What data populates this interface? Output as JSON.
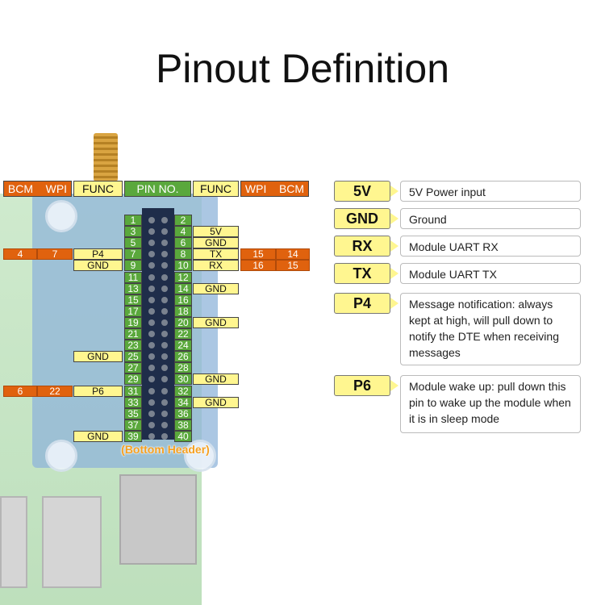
{
  "title": "Pinout Definition",
  "headers": {
    "left_bcm": "BCM",
    "left_wpi": "WPI",
    "left_func": "FUNC",
    "pin_no": "PIN NO.",
    "right_func": "FUNC",
    "right_wpi": "WPI",
    "right_bcm": "BCM"
  },
  "odd_pins": [
    "1",
    "3",
    "5",
    "7",
    "9",
    "11",
    "13",
    "15",
    "17",
    "19",
    "21",
    "23",
    "25",
    "27",
    "29",
    "31",
    "33",
    "35",
    "37",
    "39"
  ],
  "even_pins": [
    "2",
    "4",
    "6",
    "8",
    "10",
    "12",
    "14",
    "16",
    "18",
    "20",
    "22",
    "24",
    "26",
    "28",
    "30",
    "32",
    "34",
    "36",
    "38",
    "40"
  ],
  "left_func": {
    "7": "P4",
    "9": "GND",
    "25": "GND",
    "31": "P6",
    "39": "GND"
  },
  "right_func": {
    "4": "5V",
    "6": "GND",
    "8": "TX",
    "10": "RX",
    "14": "GND",
    "20": "GND",
    "30": "GND",
    "34": "GND"
  },
  "left_bcm": {
    "7": "4",
    "31": "6"
  },
  "left_wpi": {
    "7": "7",
    "31": "22"
  },
  "right_wpi": {
    "8": "15",
    "10": "16"
  },
  "right_bcm": {
    "8": "14",
    "10": "15"
  },
  "bottom_header": "(Bottom Header)",
  "legend": [
    {
      "key": "5V",
      "desc": "5V Power input"
    },
    {
      "key": "GND",
      "desc": "Ground"
    },
    {
      "key": "RX",
      "desc": "Module UART RX"
    },
    {
      "key": "TX",
      "desc": "Module UART TX"
    },
    {
      "key": "P4",
      "desc": "Message notification: always kept at high, will pull down to notify the DTE when receiving messages"
    },
    {
      "key": "P6",
      "desc": "Module wake up: pull down this pin to wake up the module when it is in sleep mode"
    }
  ],
  "colors": {
    "yellow": "#fff690",
    "green": "#5aa83c",
    "orange": "#e0620e",
    "accent": "#f6a020"
  }
}
